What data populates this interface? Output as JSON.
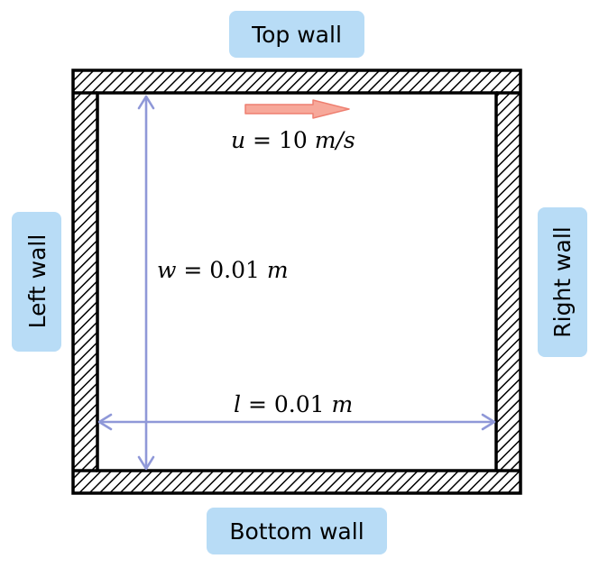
{
  "labels": {
    "top_wall": "Top wall",
    "bottom_wall": "Bottom wall",
    "left_wall": "Left wall",
    "right_wall": "Right wall"
  },
  "annotations": {
    "velocity": {
      "variable": "u",
      "expression": " = 10 ",
      "unit": "m/s"
    },
    "width": {
      "variable": "w",
      "expression": " = 0.01 ",
      "unit": "m"
    },
    "length": {
      "variable": "l",
      "expression": " = 0.01 ",
      "unit": "m"
    }
  },
  "colors": {
    "label_box": "#b8dcf6",
    "dimension_arrow": "#8f98d8",
    "velocity_arrow_fill": "#f7a89a",
    "velocity_arrow_stroke": "#ee7f70",
    "wall_outline": "#000000"
  }
}
